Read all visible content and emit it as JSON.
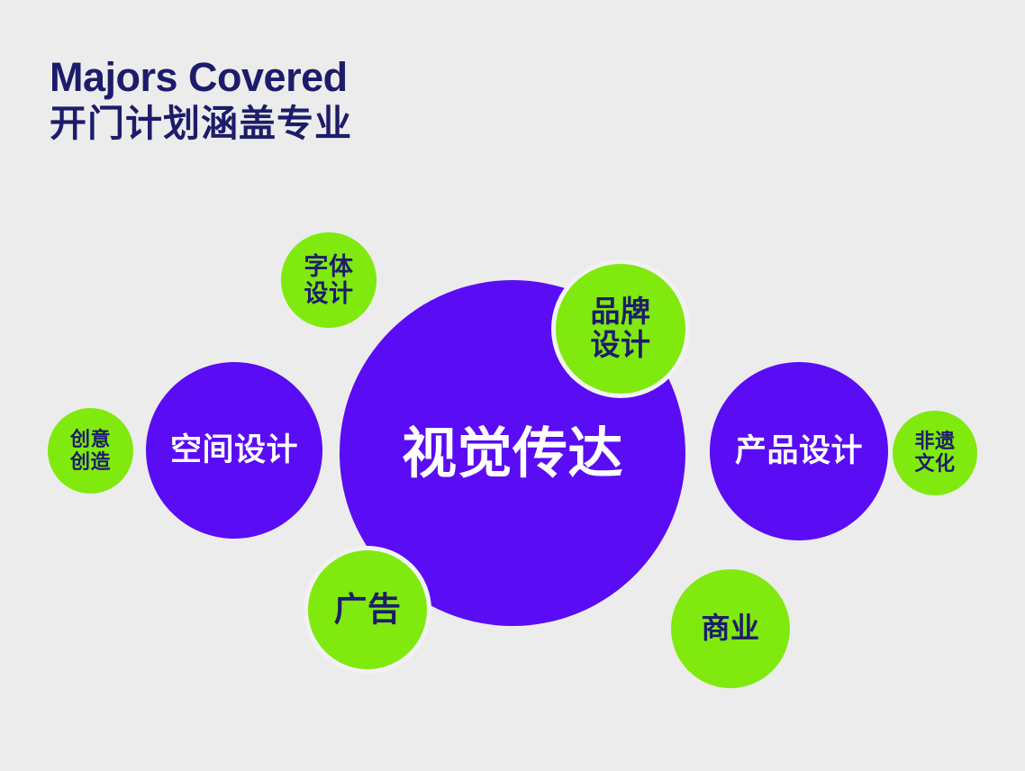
{
  "theme": {
    "background": "#ececec",
    "purple": "#5a0cf4",
    "green": "#80e90e",
    "navy": "#1d1c6b",
    "text_on_purple": "#ffffff",
    "overlap_ring": "#f2f2f2"
  },
  "header": {
    "title_en": "Majors Covered",
    "title_zh": "开门计划涵盖专业"
  },
  "bubbles": [
    {
      "id": "visual-communication",
      "label": "视觉传达",
      "color": "purple",
      "size": "xl"
    },
    {
      "id": "brand-design",
      "label": "品牌\n设计",
      "color": "green",
      "size": "md"
    },
    {
      "id": "advertising",
      "label": "广告",
      "color": "green",
      "size": "md"
    },
    {
      "id": "typeface-design",
      "label": "字体\n设计",
      "color": "green",
      "size": "sm"
    },
    {
      "id": "space-design",
      "label": "空间设计",
      "color": "purple",
      "size": "lg"
    },
    {
      "id": "creative-creation",
      "label": "创意\n创造",
      "color": "green",
      "size": "xs"
    },
    {
      "id": "product-design",
      "label": "产品设计",
      "color": "purple",
      "size": "lg"
    },
    {
      "id": "heritage-culture",
      "label": "非遗\n文化",
      "color": "green",
      "size": "xs"
    },
    {
      "id": "business",
      "label": "商业",
      "color": "green",
      "size": "md"
    }
  ]
}
